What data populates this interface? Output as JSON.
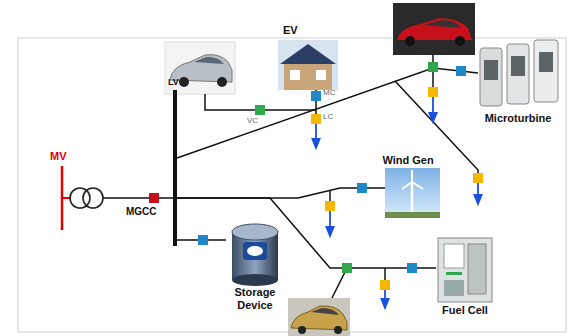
{
  "diagram": {
    "nodes": [
      {
        "text": [
          "LV"
        ]
      },
      {
        "text": [
          "Microturbine"
        ]
      },
      {
        "text": [
          "Wind Gen"
        ]
      },
      {
        "text": [
          "Storage Device"
        ]
      },
      {
        "text": [
          "Fuel Cell"
        ]
      }
    ],
    "edges": [
      {
        "from": 0,
        "to": 1,
        "arrow": "none"
      },
      {
        "from": 0,
        "to": 2,
        "arrow": "none"
      },
      {
        "from": 0,
        "to": 3,
        "arrow": "none"
      },
      {
        "from": 0,
        "to": 4,
        "arrow": "none"
      }
    ],
    "labels": [
      "MV",
      "MGCC",
      "EV",
      "VC",
      "MC",
      "LC"
    ]
  }
}
